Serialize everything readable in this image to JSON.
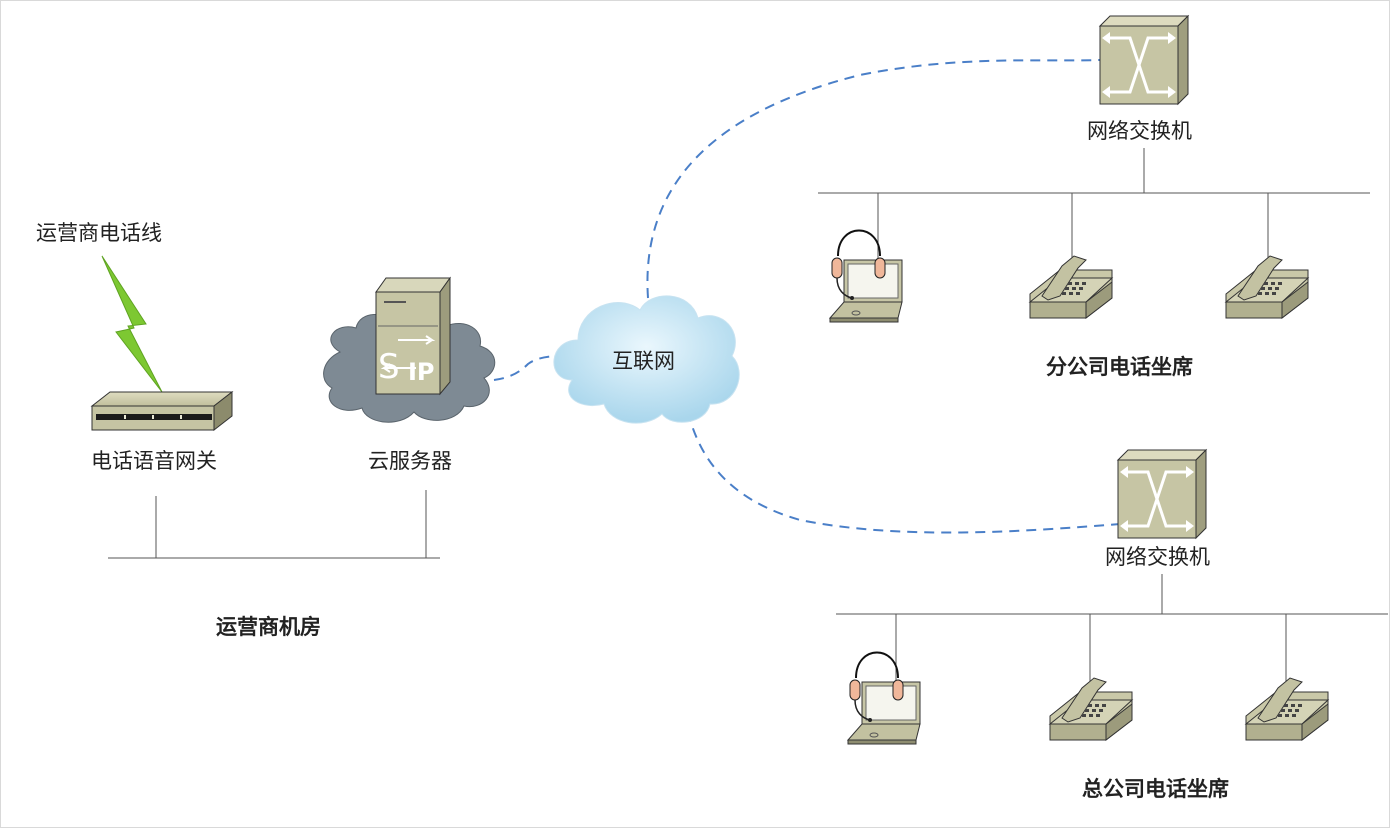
{
  "labels": {
    "carrier_line": "运营商电话线",
    "gateway": "电话语音网关",
    "cloud_server": "云服务器",
    "carrier_room": "运营商机房",
    "internet": "互联网",
    "switch_branch": "网络交换机",
    "branch_seats": "分公司电话坐席",
    "switch_hq": "网络交换机",
    "hq_seats": "总公司电话坐席"
  },
  "sip_badge": {
    "s": "S",
    "ip": "IP"
  },
  "colors": {
    "dashed_link": "#4a7fc8",
    "bus_line": "#555555",
    "device_body": "#c6c5a4",
    "cloud_grey": "#7e8a94",
    "internet_cloud": "#b9dff0",
    "lightning": "#7dc832"
  },
  "icons": [
    "lightning-icon",
    "gateway-icon",
    "sip-server-icon",
    "internet-cloud-icon",
    "switch-icon",
    "laptop-headset-icon",
    "desk-phone-icon"
  ]
}
